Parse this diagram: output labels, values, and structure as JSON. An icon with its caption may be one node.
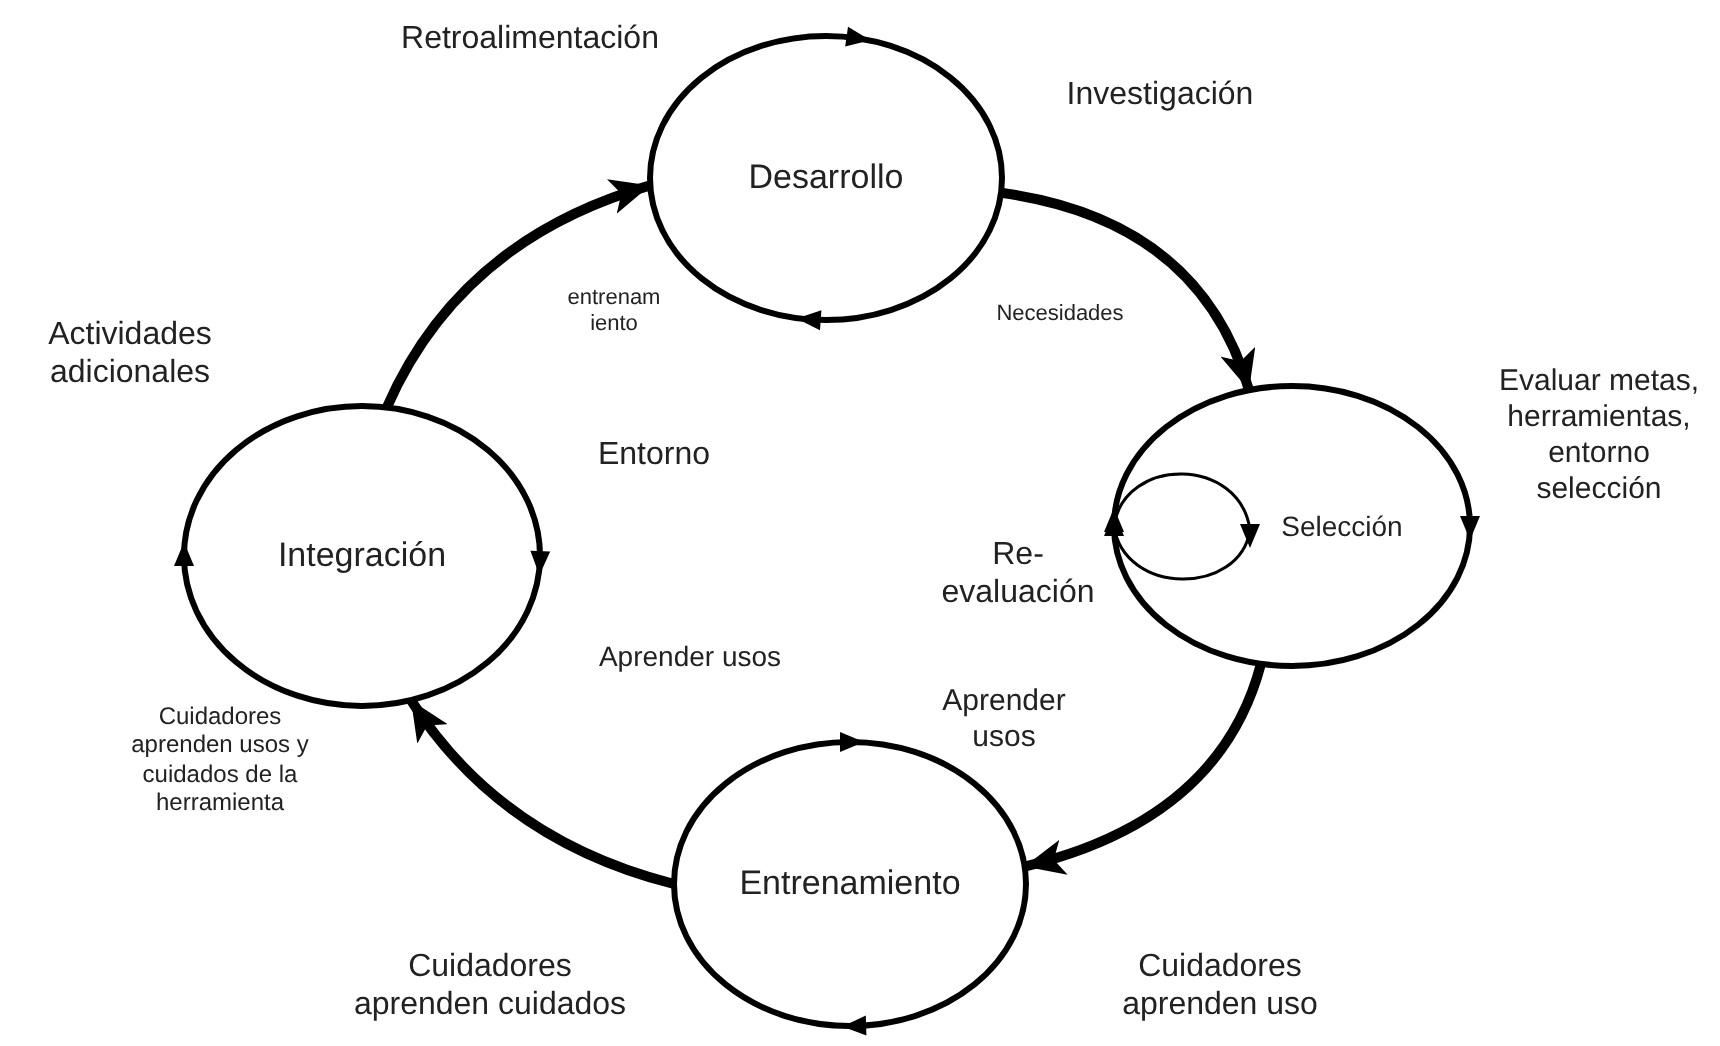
{
  "diagram": {
    "nodes": [
      {
        "text": [
          "Desarrollo"
        ]
      },
      {
        "text": [
          "Selección"
        ]
      },
      {
        "text": [
          "Entrenamiento"
        ]
      },
      {
        "text": [
          "Integración"
        ]
      }
    ],
    "edges": [
      {
        "from": 0,
        "to": 1,
        "arrow": "to"
      },
      {
        "from": 1,
        "to": 2,
        "arrow": "to"
      },
      {
        "from": 2,
        "to": 3,
        "arrow": "to"
      },
      {
        "from": 3,
        "to": 0,
        "arrow": "to"
      }
    ],
    "labels": [
      "Retroalimentación",
      "Investigación",
      "entrenam iento",
      "Necesidades",
      "Actividades adicionales",
      "Entorno",
      "Re- evaluación",
      "Evaluar metas, herramientas, entorno selección",
      "Aprender usos",
      "Aprender usos",
      "Cuidadores aprenden usos y cuidados de la herramienta",
      "Cuidadores aprenden cuidados",
      "Cuidadores aprenden uso"
    ]
  }
}
